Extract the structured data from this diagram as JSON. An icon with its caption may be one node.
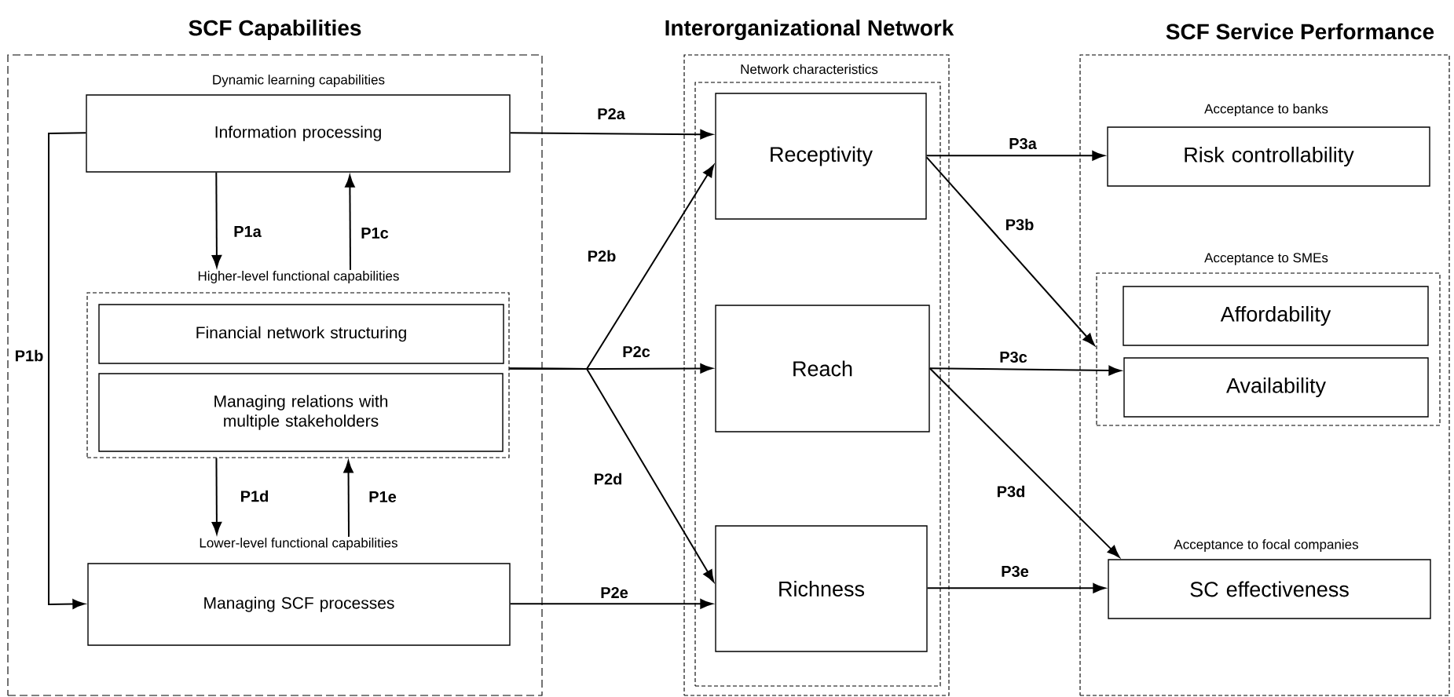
{
  "diagram": {
    "nodes": [
      {
        "text": [
          "SCF Capabilities"
        ]
      },
      {
        "text": [
          "Dynamic learning capabilities",
          "Information processing"
        ],
        "in": 0
      },
      {
        "text": [
          "Higher-level functional capabilities"
        ],
        "in": 0
      },
      {
        "text": [
          "Financial network structuring"
        ],
        "in": 2
      },
      {
        "text": [
          "Managing relations with multiple stakeholders"
        ],
        "in": 2
      },
      {
        "text": [
          "Lower-level functional capabilities",
          "Managing SCF processes"
        ],
        "in": 0
      },
      {
        "text": [
          "Interorganizational Network"
        ]
      },
      {
        "text": [
          "Network characteristics"
        ],
        "in": 6
      },
      {
        "text": [
          "Receptivity"
        ],
        "in": 7
      },
      {
        "text": [
          "Reach"
        ],
        "in": 7
      },
      {
        "text": [
          "Richness"
        ],
        "in": 7
      },
      {
        "text": [
          "SCF Service Performance"
        ]
      },
      {
        "text": [
          "Acceptance to banks",
          "Risk controllability"
        ],
        "in": 11
      },
      {
        "text": [
          "Acceptance to SMEs"
        ],
        "in": 11
      },
      {
        "text": [
          "Affordability"
        ],
        "in": 13
      },
      {
        "text": [
          "Availability"
        ],
        "in": 13
      },
      {
        "text": [
          "Acceptance to focal companies",
          "SC effectiveness"
        ],
        "in": 11
      }
    ],
    "edges": [
      {
        "from": 1,
        "to": 2,
        "arrow": "to",
        "label": "P1a"
      },
      {
        "from": 2,
        "to": 1,
        "arrow": "to",
        "label": "P1c"
      },
      {
        "from": 1,
        "to": 5,
        "arrow": "to",
        "label": "P1b"
      },
      {
        "from": 2,
        "to": 5,
        "arrow": "to",
        "label": "P1d"
      },
      {
        "from": 5,
        "to": 2,
        "arrow": "to",
        "label": "P1e"
      },
      {
        "from": 1,
        "to": 8,
        "arrow": "to",
        "label": "P2a"
      },
      {
        "from": 2,
        "to": 8,
        "arrow": "to",
        "label": "P2b"
      },
      {
        "from": 2,
        "to": 9,
        "arrow": "to",
        "label": "P2c"
      },
      {
        "from": 2,
        "to": 10,
        "arrow": "to",
        "label": "P2d"
      },
      {
        "from": 5,
        "to": 10,
        "arrow": "to",
        "label": "P2e"
      },
      {
        "from": 8,
        "to": 12,
        "arrow": "to",
        "label": "P3a"
      },
      {
        "from": 8,
        "to": 13,
        "arrow": "to",
        "label": "P3b"
      },
      {
        "from": 9,
        "to": 15,
        "arrow": "to",
        "label": "P3c"
      },
      {
        "from": 9,
        "to": 16,
        "arrow": "to",
        "label": "P3d"
      },
      {
        "from": 10,
        "to": 16,
        "arrow": "to",
        "label": "P3e"
      }
    ]
  }
}
